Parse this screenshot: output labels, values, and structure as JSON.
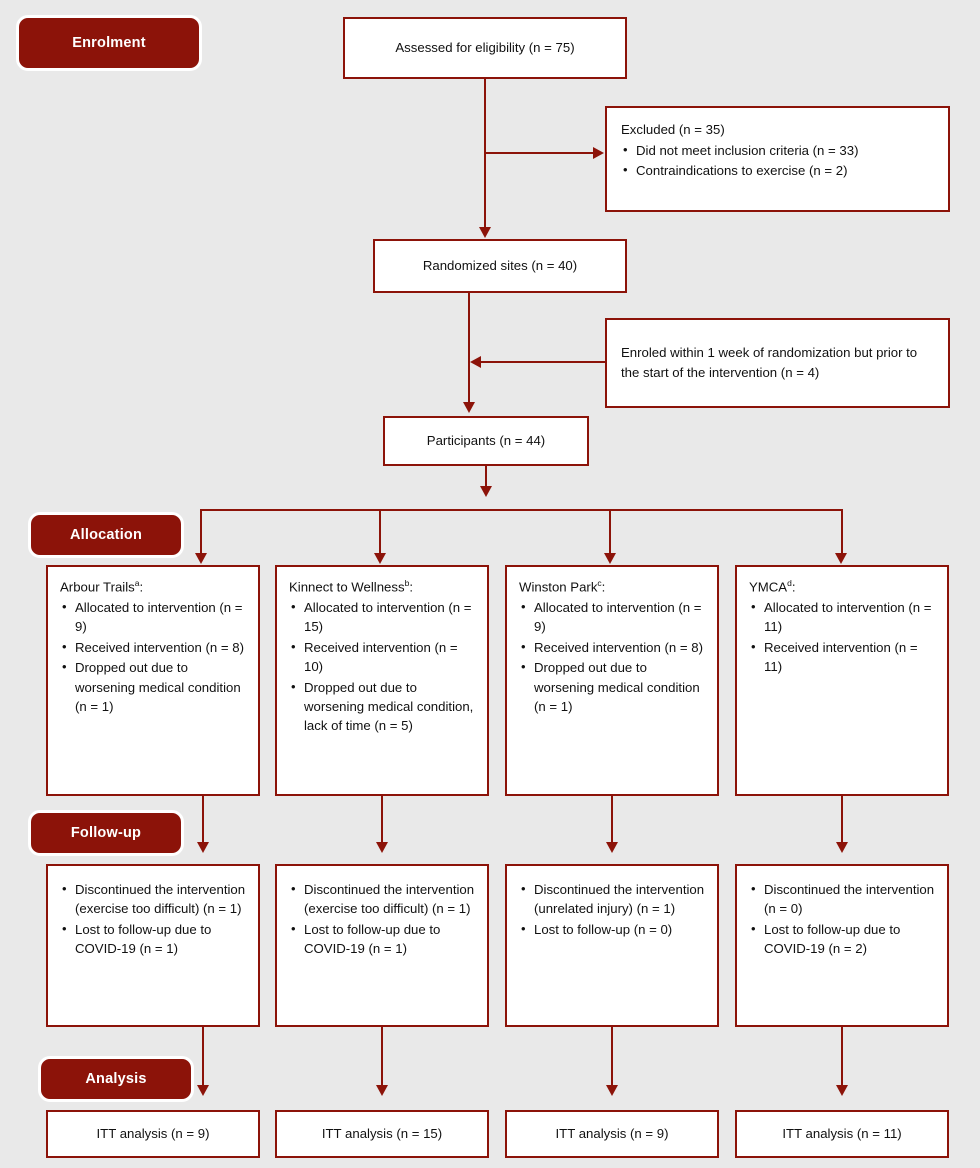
{
  "figure": {
    "type": "consort-flow-diagram",
    "accent_color": "#8c1309",
    "background_color": "#e9e9e9",
    "box_background": "#ffffff"
  },
  "stages": {
    "enrolment": "Enrolment",
    "allocation": "Allocation",
    "followup": "Follow-up",
    "analysis": "Analysis"
  },
  "enrolment": {
    "assessed": "Assessed for eligibility (n = 75)",
    "excluded": {
      "lead": "Excluded (n = 35)",
      "items": [
        "Did not meet inclusion criteria (n = 33)",
        "Contraindications to exercise (n = 2)"
      ]
    },
    "randomized": "Randomized sites (n = 40)",
    "enroled_note": "Enroled within 1 week of randomization but prior to the start of the intervention (n = 4)",
    "participants": "Participants (n = 44)"
  },
  "arms": [
    {
      "id": "arbour-trails",
      "site": "Arbour Trails",
      "site_marker": "a",
      "allocation_items": [
        "Allocated to intervention (n = 9)",
        "Received intervention (n = 8)",
        "Dropped out due to worsening medical condition (n = 1)"
      ],
      "followup_items": [
        "Discontinued the intervention (exercise too difficult) (n = 1)",
        "Lost to follow-up due to COVID-19 (n = 1)"
      ],
      "analysis": "ITT analysis (n = 9)"
    },
    {
      "id": "kinnect-to-wellness",
      "site": "Kinnect to Wellness",
      "site_marker": "b",
      "allocation_items": [
        "Allocated to intervention (n = 15)",
        "Received intervention (n = 10)",
        "Dropped out due to worsening medical condition, lack of time (n = 5)"
      ],
      "followup_items": [
        "Discontinued the intervention (exercise too difficult) (n = 1)",
        "Lost to follow-up due to COVID-19 (n = 1)"
      ],
      "analysis": "ITT analysis (n = 15)"
    },
    {
      "id": "winston-park",
      "site": "Winston Park",
      "site_marker": "c",
      "allocation_items": [
        "Allocated to intervention (n = 9)",
        "Received intervention (n = 8)",
        "Dropped out due to worsening medical condition (n = 1)"
      ],
      "followup_items": [
        "Discontinued the intervention (unrelated injury) (n = 1)",
        "Lost to follow-up (n = 0)"
      ],
      "analysis": "ITT analysis (n = 9)"
    },
    {
      "id": "ymca",
      "site": "YMCA",
      "site_marker": "d",
      "allocation_items": [
        "Allocated to intervention (n = 11)",
        "Received intervention  (n = 11)"
      ],
      "followup_items": [
        "Discontinued the intervention (n = 0)",
        "Lost to follow-up due to COVID-19 (n = 2)"
      ],
      "analysis": "ITT analysis (n = 11)"
    }
  ]
}
